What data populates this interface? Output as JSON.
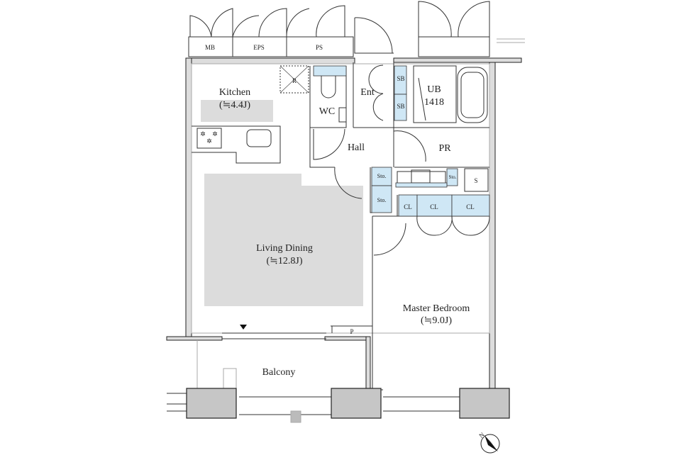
{
  "plan": {
    "shafts": {
      "mb": "MB",
      "eps": "EPS",
      "ps": "PS"
    },
    "rooms": {
      "kitchen": {
        "name": "Kitchen",
        "area": "(≒4.4J)"
      },
      "refrigerator": "R",
      "wc": "WC",
      "entrance": "Ent",
      "shoe_box_1": "SB",
      "shoe_box_2": "SB",
      "unit_bath": {
        "name": "UB",
        "size": "1418"
      },
      "hall": "Hall",
      "powder_room": "PR",
      "storage_1": "Sto.",
      "storage_2": "Sto.",
      "storage_3": "Sto.",
      "sink": "S",
      "closets": [
        "CL",
        "CL",
        "CL"
      ],
      "living_dining": {
        "name": "Living Dining",
        "area": "(≒12.8J)"
      },
      "master_bedroom": {
        "name": "Master Bedroom",
        "area": "(≒9.0J)"
      },
      "pipe": "P",
      "balcony": "Balcony"
    },
    "compass": "N"
  },
  "colors": {
    "storage": "#cfe7f5",
    "area_highlight": "#dcdcdc",
    "pillar": "#c6c6c6"
  }
}
